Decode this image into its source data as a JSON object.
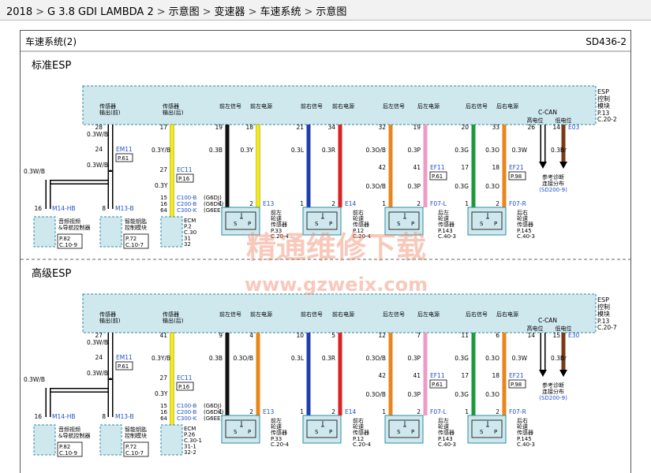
{
  "breadcrumb": [
    "2018",
    "G 3.8 GDI LAMBDA 2",
    "示意图",
    "变速器",
    "车速系统",
    "示意图"
  ],
  "header": {
    "title": "车速系统(2)",
    "code": "SD436-2"
  },
  "sections": [
    {
      "title": "标准ESP",
      "esp": {
        "lines": [
          "ESP",
          "控制",
          "模块"
        ],
        "page": "P.13",
        "ref": "C.20-2"
      },
      "can": {
        "label": "C-CAN",
        "high": "高电位",
        "low": "低电位",
        "ref_conn": "E03",
        "high_pin": "26",
        "low_pin": "14",
        "high_wire": "0.3W",
        "low_wire": "0.3Br",
        "note_lines": [
          "参考诊断",
          "连接分布"
        ],
        "note_ref": "(SD200-9)"
      },
      "left_group": {
        "label_lines": [
          "传感器",
          "输出(前)"
        ],
        "pin": "28",
        "wire_top": "0.3W/B",
        "em_pin": "24",
        "em_name": "EM11",
        "em_page": "P.61",
        "wire_mid": "0.3W/B",
        "wire_left": "0.3W/B",
        "left_pin": "16",
        "m14": "M14-HB",
        "m13_pin": "8",
        "m13": "M13-B",
        "mod1_lines": [
          "音频视频",
          "&导航控制器"
        ],
        "mod1_page": "P.82",
        "mod1_ref": "C.10-9",
        "mod2_lines": [
          "智能钥匙",
          "控制模块"
        ],
        "mod2_page": "P.72",
        "mod2_ref": "C.10-7"
      },
      "rear_group": {
        "label_lines": [
          "传感器",
          "输出(后)"
        ],
        "pin": "17",
        "wire": "0.3Y/B",
        "ec_pin": "27",
        "ec_name": "EC11",
        "ec_page": "P.16",
        "wire2": "0.3Y",
        "conns": [
          [
            "15",
            "C100-B",
            "(G6DJ)"
          ],
          [
            "16",
            "C200-B",
            "(G6DK)"
          ],
          [
            "64",
            "C300-K",
            "(G6EE)"
          ]
        ],
        "ecm_lines": [
          "ECM",
          "P.2",
          "C.30",
          "31",
          "32"
        ]
      },
      "wheels": [
        {
          "sig_label": "前左信号",
          "pwr_label": "前左电源",
          "sig_pin": "19",
          "pwr_pin": "18",
          "sig_wire": "0.3B",
          "pwr_wire": "0.3Y",
          "sig_color": "#111111",
          "pwr_color": "#f2ea1a",
          "conn": "E13",
          "tag_lines": [
            "前左",
            "轮速",
            "传感器"
          ],
          "tag_page": "P.33",
          "tag_ref": "C.20-4"
        },
        {
          "sig_label": "前右信号",
          "pwr_label": "前右电源",
          "sig_pin": "21",
          "pwr_pin": "34",
          "sig_wire": "0.3L",
          "pwr_wire": "0.3R",
          "sig_color": "#1f3fb0",
          "pwr_color": "#e02020",
          "conn": "E14",
          "tag_lines": [
            "前右",
            "轮速",
            "传感器"
          ],
          "tag_page": "P.12",
          "tag_ref": "C.20-4"
        },
        {
          "sig_label": "后左信号",
          "pwr_label": "后左电源",
          "sig_pin": "32",
          "pwr_pin": "19",
          "sig_wire": "0.3O/B",
          "pwr_wire": "0.3P",
          "sig_color": "#e8861a",
          "pwr_color": "#ee9bc8",
          "mid_sig": "42",
          "mid_pwr": "41",
          "mid_conn": "EF11",
          "mid_page": "P.61",
          "mid_sig_wire": "0.3O/B",
          "mid_pwr_wire": "0.3P",
          "conn": "F07-L",
          "tag_lines": [
            "后左",
            "轮速",
            "传感器"
          ],
          "tag_page": "P.143",
          "tag_ref": "C.40-3"
        },
        {
          "sig_label": "后右信号",
          "pwr_label": "后右电源",
          "sig_pin": "20",
          "pwr_pin": "33",
          "sig_wire": "0.3G",
          "pwr_wire": "0.3O",
          "sig_color": "#1a9a3a",
          "pwr_color": "#e8861a",
          "mid_sig": "17",
          "mid_pwr": "18",
          "mid_conn": "EF21",
          "mid_page": "P.98",
          "mid_sig_wire": "0.3G",
          "mid_pwr_wire": "0.3O",
          "conn": "F07-R",
          "tag_lines": [
            "后右",
            "轮速",
            "传感器"
          ],
          "tag_page": "P.145",
          "tag_ref": "C.40-3"
        }
      ]
    },
    {
      "title": "高级ESP",
      "esp": {
        "lines": [
          "ESP",
          "控制",
          "模块"
        ],
        "page": "P.13",
        "ref": "C.20-7"
      },
      "can": {
        "label": "C-CAN",
        "high": "高电位",
        "low": "低电位",
        "ref_conn": "E30",
        "high_pin": "14",
        "low_pin": "15",
        "high_wire": "0.3W",
        "low_wire": "0.3Br",
        "note_lines": [
          "参考诊断",
          "连接分布"
        ],
        "note_ref": "(SD200-9)"
      },
      "left_group": {
        "label_lines": [
          "传感器",
          "输出(前)"
        ],
        "pin": "27",
        "wire_top": "0.3W/B",
        "em_pin": "24",
        "em_name": "EM11",
        "em_page": "P.61",
        "wire_mid": "0.3W/B",
        "wire_left": "0.3W/B",
        "left_pin": "16",
        "m14": "M14-HB",
        "m13_pin": "8",
        "m13": "M13-B",
        "mod1_lines": [
          "音频视频",
          "&导航控制器"
        ],
        "mod1_page": "P.82",
        "mod1_ref": "C.10-9",
        "mod2_lines": [
          "智能钥匙",
          "控制模块"
        ],
        "mod2_page": "P.72",
        "mod2_ref": "C.10-7"
      },
      "rear_group": {
        "label_lines": [
          "传感器",
          "输出(后)"
        ],
        "pin": "41",
        "wire": "0.3Y/B",
        "ec_pin": "27",
        "ec_name": "EC11",
        "ec_page": "P.16",
        "wire2": "0.3Y",
        "conns": [
          [
            "15",
            "C100-B",
            "(G6DJ)"
          ],
          [
            "16",
            "C200-B",
            "(G6DK)"
          ],
          [
            "64",
            "C300-K",
            "(G6EE)"
          ]
        ],
        "ecm_lines": [
          "ECM",
          "P.26",
          "C.30-1",
          "31-1",
          "32-2"
        ]
      },
      "wheels": [
        {
          "sig_label": "前左信号",
          "pwr_label": "前左电源",
          "sig_pin": "9",
          "pwr_pin": "4",
          "sig_wire": "0.3B",
          "pwr_wire": "0.3O/B",
          "sig_color": "#111111",
          "pwr_color": "#e8861a",
          "conn": "E13",
          "tag_lines": [
            "前左",
            "轮速",
            "传感器"
          ],
          "tag_page": "P.33",
          "tag_ref": "C.20-4"
        },
        {
          "sig_label": "前右信号",
          "pwr_label": "前右电源",
          "sig_pin": "10",
          "pwr_pin": "5",
          "sig_wire": "0.3L",
          "pwr_wire": "0.3R",
          "sig_color": "#1f3fb0",
          "pwr_color": "#e02020",
          "conn": "E14",
          "tag_lines": [
            "前右",
            "轮速",
            "传感器"
          ],
          "tag_page": "P.12",
          "tag_ref": "C.20-4"
        },
        {
          "sig_label": "后左信号",
          "pwr_label": "后左电源",
          "sig_pin": "12",
          "pwr_pin": "7",
          "sig_wire": "0.3O/B",
          "pwr_wire": "0.3P",
          "sig_color": "#e8861a",
          "pwr_color": "#ee9bc8",
          "mid_sig": "42",
          "mid_pwr": "41",
          "mid_conn": "EF11",
          "mid_page": "P.61",
          "mid_sig_wire": "0.3O/B",
          "mid_pwr_wire": "0.3P",
          "conn": "F07-L",
          "tag_lines": [
            "后左",
            "轮速",
            "传感器"
          ],
          "tag_page": "P.143",
          "tag_ref": "C.40-3"
        },
        {
          "sig_label": "后右信号",
          "pwr_label": "后右电源",
          "sig_pin": "11",
          "pwr_pin": "6",
          "sig_wire": "0.3G",
          "pwr_wire": "0.3O",
          "sig_color": "#1a9a3a",
          "pwr_color": "#e8861a",
          "mid_sig": "17",
          "mid_pwr": "18",
          "mid_conn": "EF21",
          "mid_page": "P.98",
          "mid_sig_wire": "0.3G",
          "mid_pwr_wire": "0.3O",
          "conn": "F07-R",
          "tag_lines": [
            "后右",
            "轮速",
            "传感器"
          ],
          "tag_page": "P.145",
          "tag_ref": "C.40-3"
        }
      ]
    }
  ],
  "watermark": {
    "line1": "精通维修下载",
    "line2": "www.gzweix.com"
  },
  "colors": {
    "module_fill": "#cfe8ee",
    "module_border": "#2a8ea6",
    "label_blue": "#1e50c8",
    "watermark": "#f08a6a",
    "wire_white": "#ffffff",
    "wire_brown": "#7a3a16"
  }
}
